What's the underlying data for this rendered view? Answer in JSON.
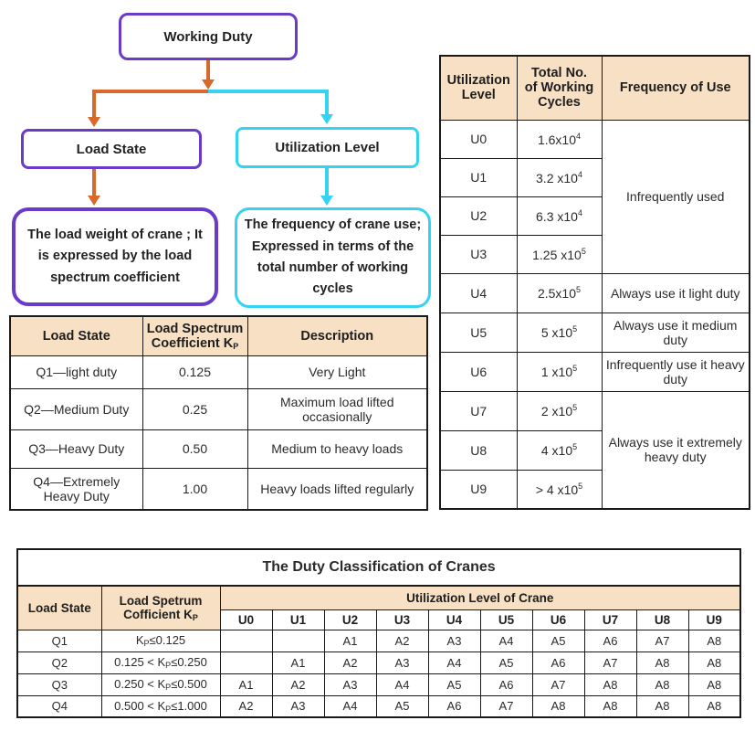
{
  "colors": {
    "purple": "#6A3AC8",
    "cyan": "#35D3F2",
    "orange": "#D9692A",
    "header_peach": "#F8E0C4",
    "border": "#1a1a1a"
  },
  "flowchart": {
    "root_label": "Working Duty",
    "load_state_label": "Load State",
    "utilization_label": "Utilization Level",
    "load_state_desc": "The load weight of crane ; It is expressed by the load spectrum coefficient",
    "utilization_desc": "The frequency of crane use; Expressed in terms of the total number of working cycles"
  },
  "load_state_table": {
    "col_load_state": "Load State",
    "col_spectrum_line1": "Load Spectrum",
    "col_spectrum_line2": "Coefficient K",
    "col_spectrum_sub": "P",
    "col_description": "Description",
    "rows": [
      {
        "state": "Q1—light duty",
        "kp": "0.125",
        "desc": "Very Light"
      },
      {
        "state": "Q2—Medium Duty",
        "kp": "0.25",
        "desc": "Maximum load lifted occasionally"
      },
      {
        "state": "Q3—Heavy Duty",
        "kp": "0.50",
        "desc": "Medium to heavy loads"
      },
      {
        "state": "Q4—Extremely Heavy Duty",
        "kp": "1.00",
        "desc": "Heavy loads lifted regularly"
      }
    ]
  },
  "utilization_table": {
    "col_level_line1": "Utilization",
    "col_level_line2": "Level",
    "col_cycles_line1": "Total No.",
    "col_cycles_line2": "of Working",
    "col_cycles_line3": "Cycles",
    "col_frequency": "Frequency of Use",
    "rows": [
      {
        "level": "U0",
        "cycles_base": "1.6x10",
        "cycles_exp": "4"
      },
      {
        "level": "U1",
        "cycles_base": "3.2 x10",
        "cycles_exp": "4"
      },
      {
        "level": "U2",
        "cycles_base": "6.3 x10",
        "cycles_exp": "4"
      },
      {
        "level": "U3",
        "cycles_base": "1.25 x10",
        "cycles_exp": "5"
      },
      {
        "level": "U4",
        "cycles_base": "2.5x10",
        "cycles_exp": "5"
      },
      {
        "level": "U5",
        "cycles_base": "5 x10",
        "cycles_exp": "5"
      },
      {
        "level": "U6",
        "cycles_base": "1 x10",
        "cycles_exp": "5"
      },
      {
        "level": "U7",
        "cycles_base": "2 x10",
        "cycles_exp": "5"
      },
      {
        "level": "U8",
        "cycles_base": "4 x10",
        "cycles_exp": "5"
      },
      {
        "level": "U9",
        "cycles_base": "> 4 x10",
        "cycles_exp": "5"
      }
    ],
    "freq_u0_u3": "Infrequently used",
    "freq_u4": "Always use it light duty",
    "freq_u5": "Always use it medium duty",
    "freq_u6": "Infrequently use it heavy duty",
    "freq_u7_u9": "Always use it extremely heavy duty"
  },
  "duty_table": {
    "title": "The Duty Classification of Cranes",
    "col_load_state": "Load State",
    "col_spectrum_line1": "Load Spetrum",
    "col_spectrum_line2": "Cofficient K",
    "col_spectrum_sub": "P",
    "col_utilization": "Utilization Level of Crane",
    "u_levels": [
      "U0",
      "U1",
      "U2",
      "U3",
      "U4",
      "U5",
      "U6",
      "U7",
      "U8",
      "U9"
    ],
    "rows": [
      {
        "state": "Q1",
        "kp_pre": "K",
        "kp_sub": "P",
        "kp_rest": "≤0.125",
        "cells": [
          "",
          "",
          "A1",
          "A2",
          "A3",
          "A4",
          "A5",
          "A6",
          "A7",
          "A8"
        ]
      },
      {
        "state": "Q2",
        "kp_pre": "0.125 < K",
        "kp_sub": "P",
        "kp_rest": "≤0.250",
        "cells": [
          "",
          "A1",
          "A2",
          "A3",
          "A4",
          "A5",
          "A6",
          "A7",
          "A8",
          "A8"
        ]
      },
      {
        "state": "Q3",
        "kp_pre": "0.250 < K",
        "kp_sub": "P",
        "kp_rest": "≤0.500",
        "cells": [
          "A1",
          "A2",
          "A3",
          "A4",
          "A5",
          "A6",
          "A7",
          "A8",
          "A8",
          "A8"
        ]
      },
      {
        "state": "Q4",
        "kp_pre": "0.500 < K",
        "kp_sub": "P",
        "kp_rest": "≤1.000",
        "cells": [
          "A2",
          "A3",
          "A4",
          "A5",
          "A6",
          "A7",
          "A8",
          "A8",
          "A8",
          "A8"
        ]
      }
    ]
  }
}
